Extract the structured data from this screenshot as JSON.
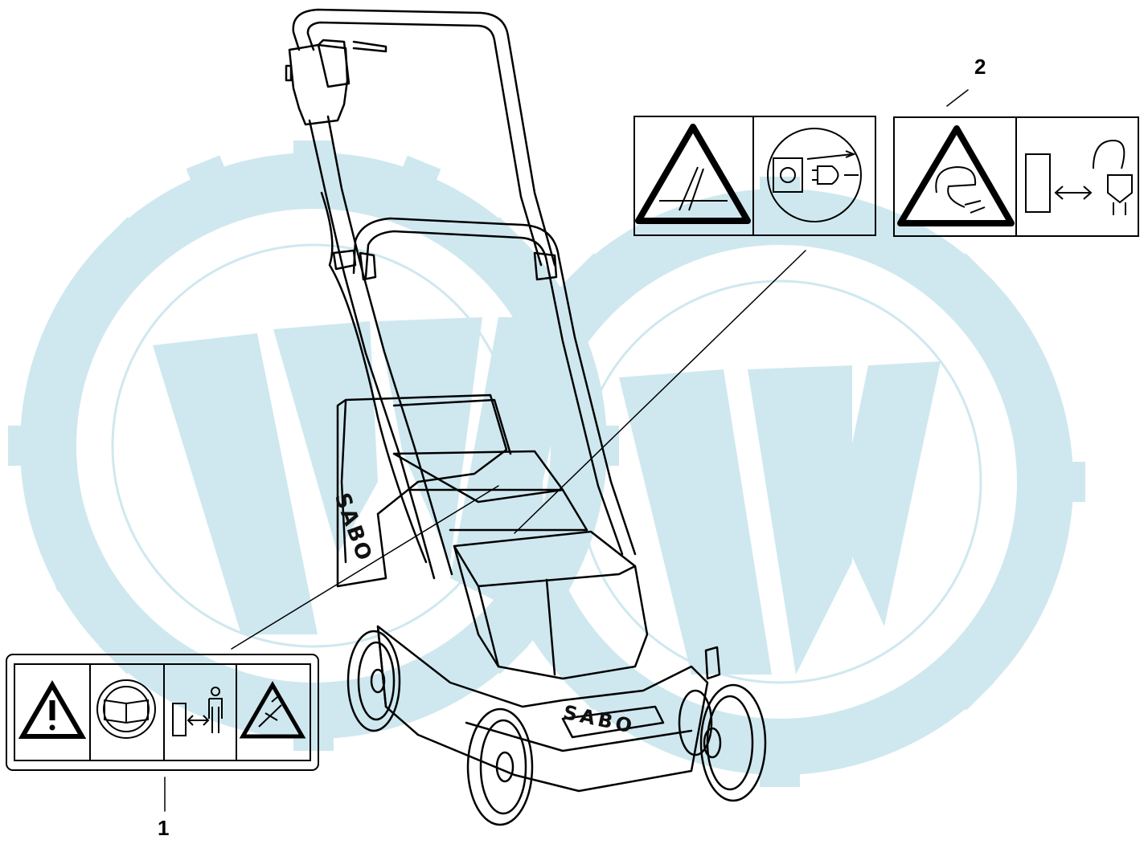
{
  "figure": {
    "brand_front": "SABO",
    "brand_side": "SABO"
  },
  "callouts": [
    {
      "label": "1"
    },
    {
      "label": "2"
    }
  ],
  "decal_1": {
    "panels": [
      "warning-exclamation-icon",
      "read-manual-icon",
      "keep-distance-icon",
      "thrown-objects-warning-icon"
    ]
  },
  "decal_2": {
    "panels": [
      "maintenance-warning-icon",
      "unplug-before-work-icon"
    ]
  },
  "decal_3": {
    "panels": [
      "cable-hazard-warning-icon",
      "keep-cable-away-icon"
    ]
  },
  "colors": {
    "watermark": "#cfe8ef",
    "line": "#000000"
  },
  "watermark": "gear-ww-logo"
}
